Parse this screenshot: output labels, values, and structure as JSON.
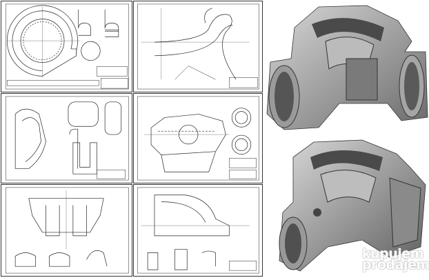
{
  "sheets": [
    {
      "id": "volute-plan"
    },
    {
      "id": "volute-development"
    },
    {
      "id": "section-details"
    },
    {
      "id": "casing-assembly"
    },
    {
      "id": "casing-section"
    },
    {
      "id": "casing-cross-section"
    }
  ],
  "renders": [
    {
      "id": "pump-casing-cutaway-top"
    },
    {
      "id": "pump-casing-cutaway-bottom"
    }
  ],
  "watermark": {
    "line1": "kupujem",
    "line2": "prodajem"
  },
  "colors": {
    "line": "#222222",
    "metal_light": "#b8b8b8",
    "metal_dark": "#4a4a4a"
  }
}
